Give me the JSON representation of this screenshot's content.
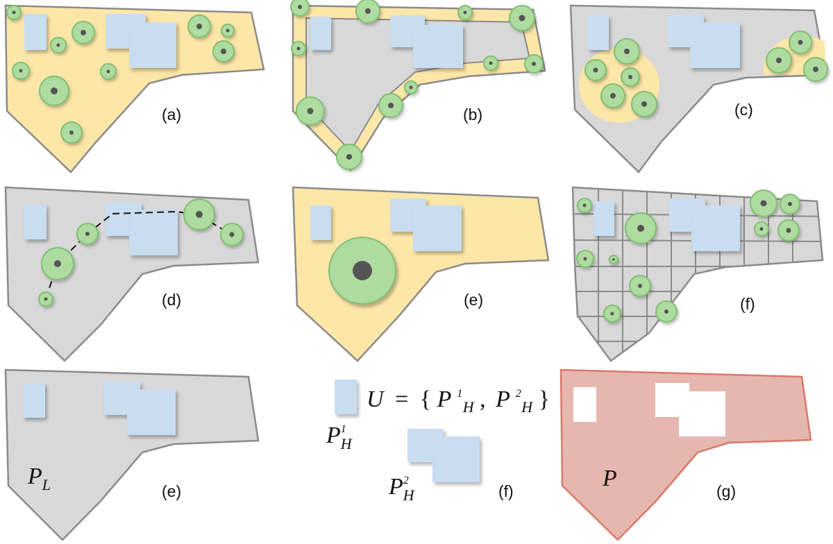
{
  "colors": {
    "highlight": "#fde7a8",
    "parcel": "#d8d8d8",
    "parcel_stroke": "#8a8a8a",
    "building": "#c9ddf0",
    "tree_canopy": "#aedb9f",
    "tree_canopy_stroke": "#7fbf72",
    "tree_trunk": "#555555",
    "result_fill": "#e6b7af",
    "result_stroke": "#d9786a",
    "hole": "#ffffff"
  },
  "panels": [
    {
      "id": "a",
      "label": "(a)"
    },
    {
      "id": "b",
      "label": "(b)"
    },
    {
      "id": "c",
      "label": "(c)"
    },
    {
      "id": "d",
      "label": "(d)"
    },
    {
      "id": "e1",
      "label": "(e)"
    },
    {
      "id": "f1",
      "label": "(f)"
    },
    {
      "id": "e2",
      "label": "(e)"
    },
    {
      "id": "f2",
      "label": "(f)"
    },
    {
      "id": "g",
      "label": "(g)"
    }
  ],
  "legend": {
    "U": "U",
    "eq": "=",
    "open": "{",
    "P": "P",
    "sub": "H",
    "sup1": "1",
    "sup2": "2",
    "comma": ",",
    "close": "}"
  },
  "labels": {
    "PL_main": "P",
    "PL_sub": "L",
    "P": "P",
    "PH1_main": "P",
    "PH1_sub": "H",
    "PH1_sup": "1",
    "PH2_main": "P",
    "PH2_sub": "H",
    "PH2_sup": "2"
  }
}
